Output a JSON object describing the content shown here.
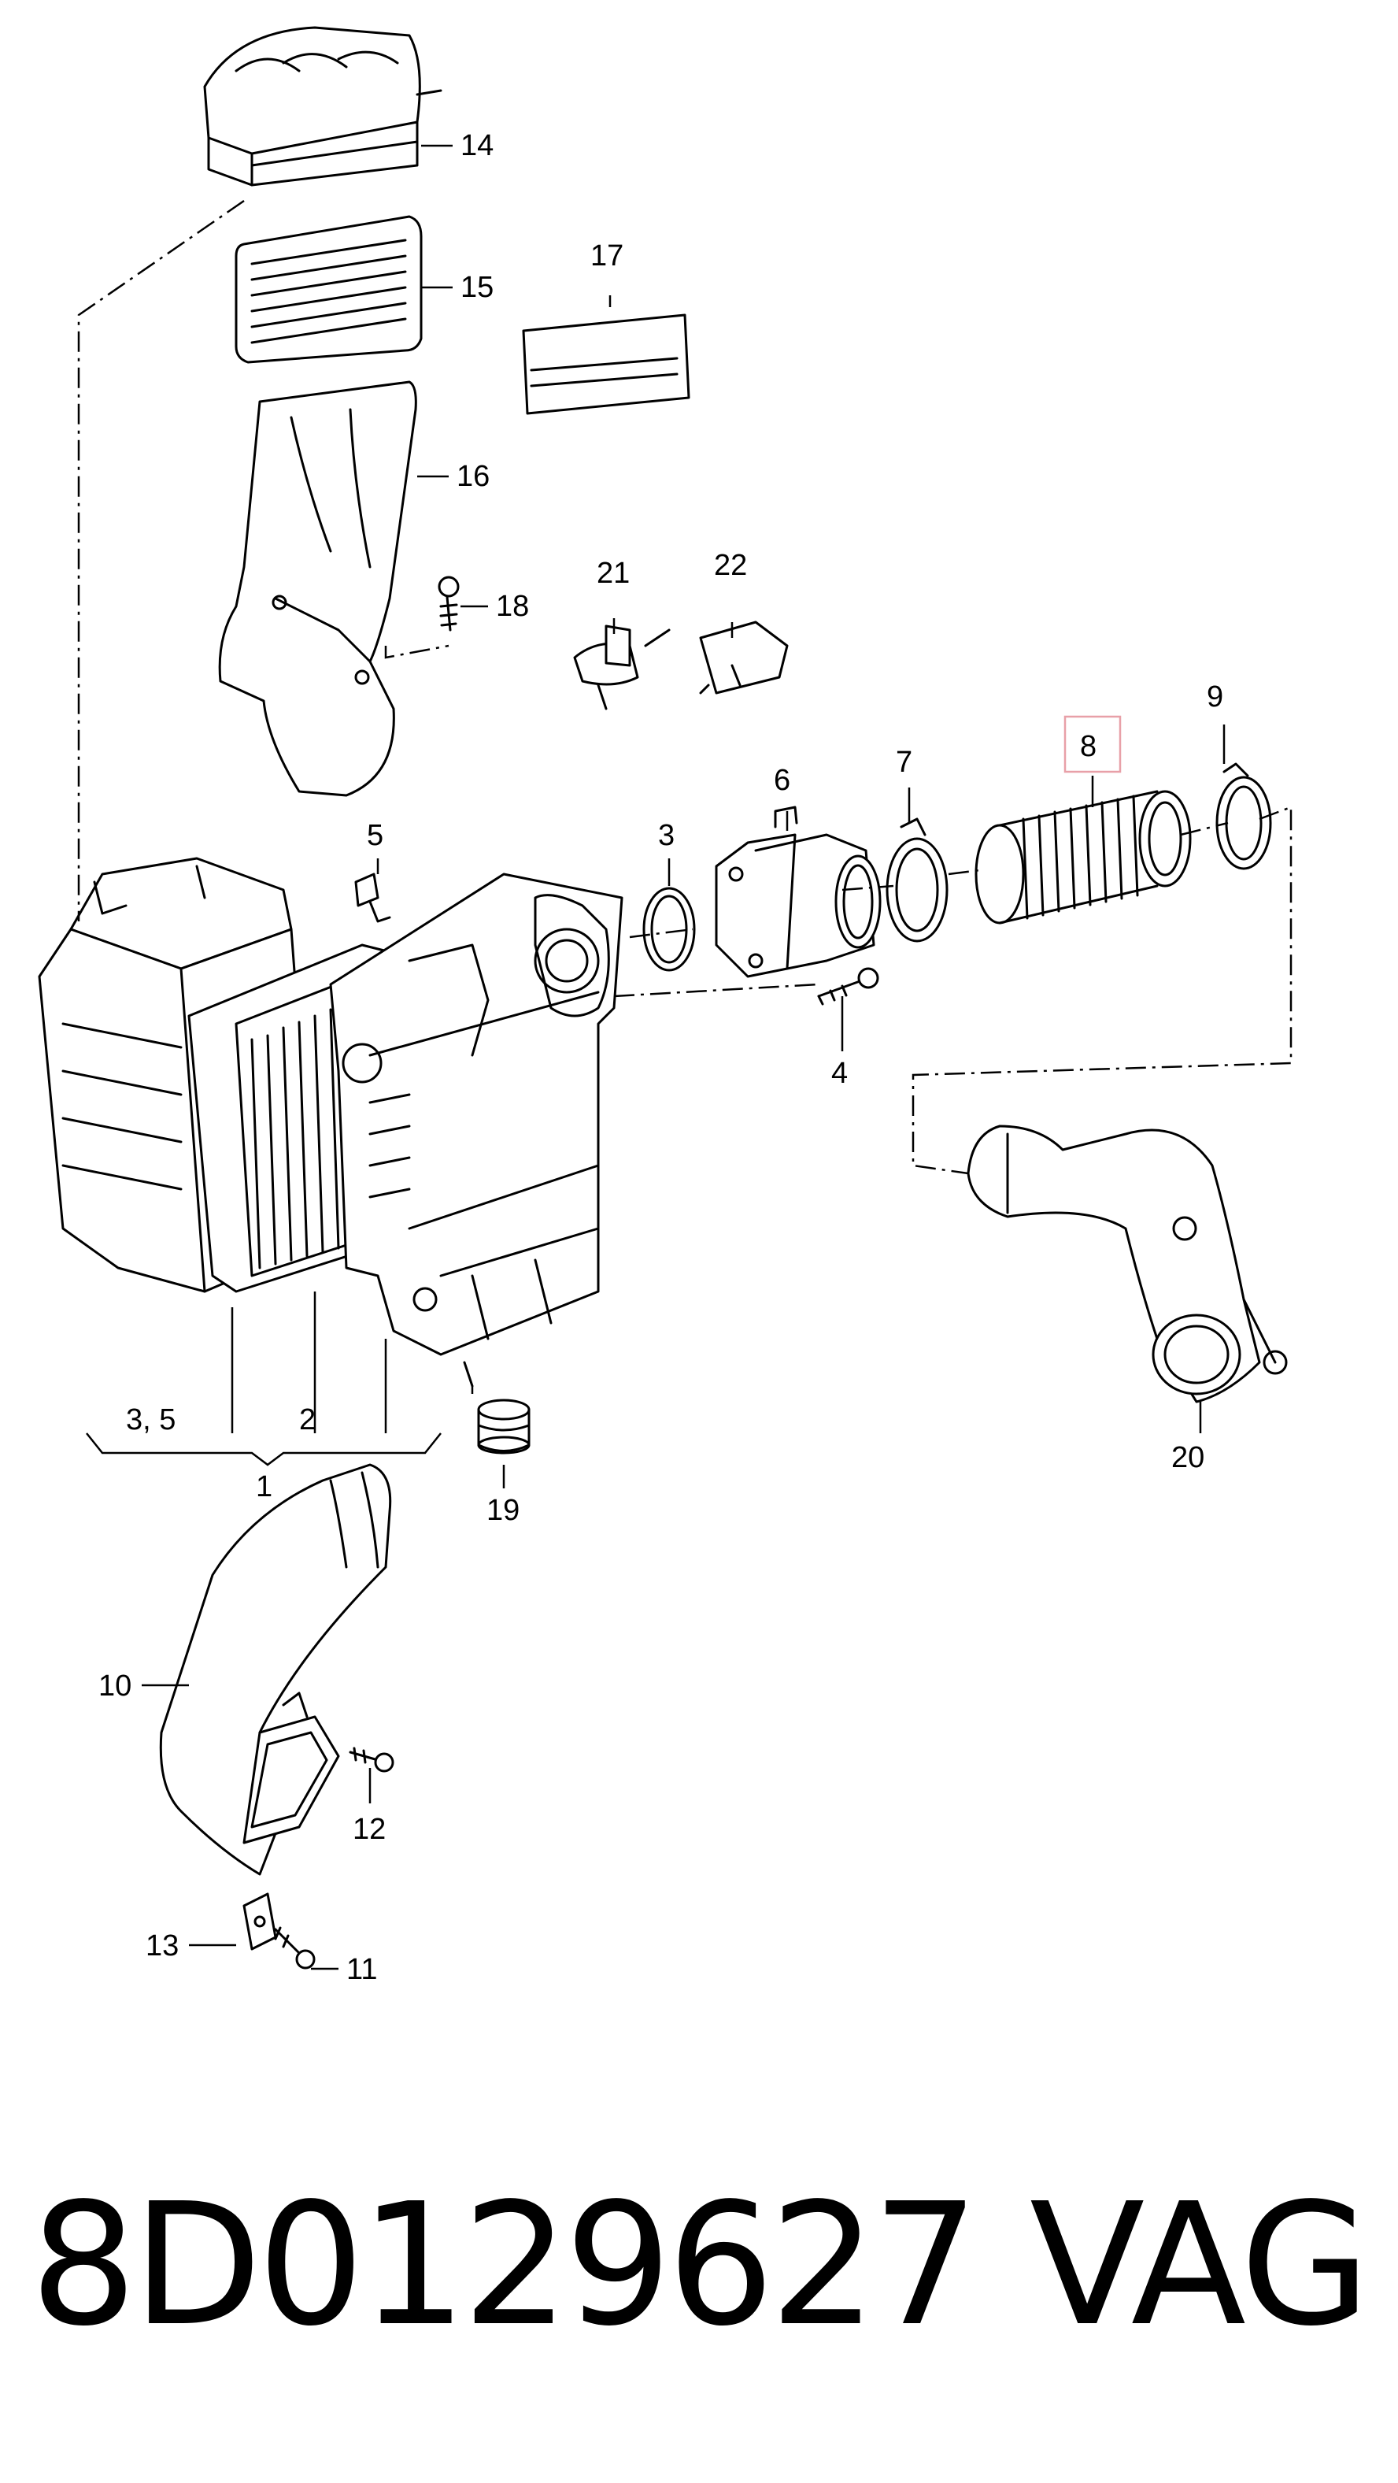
{
  "diagram": {
    "callouts": {
      "c1": "1",
      "c2": "2",
      "c3a": "3",
      "c3b": "3, 5",
      "c4": "4",
      "c5": "5",
      "c6": "6",
      "c7": "7",
      "c8": "8",
      "c9": "9",
      "c10": "10",
      "c11": "11",
      "c12": "12",
      "c13": "13",
      "c14": "14",
      "c15": "15",
      "c16": "16",
      "c17": "17",
      "c18": "18",
      "c19": "19",
      "c20": "20",
      "c21": "21",
      "c22": "22"
    },
    "highlight_color": "#e8a0a8"
  },
  "caption": {
    "part_number": "8D0129627",
    "brand": "VAG"
  }
}
